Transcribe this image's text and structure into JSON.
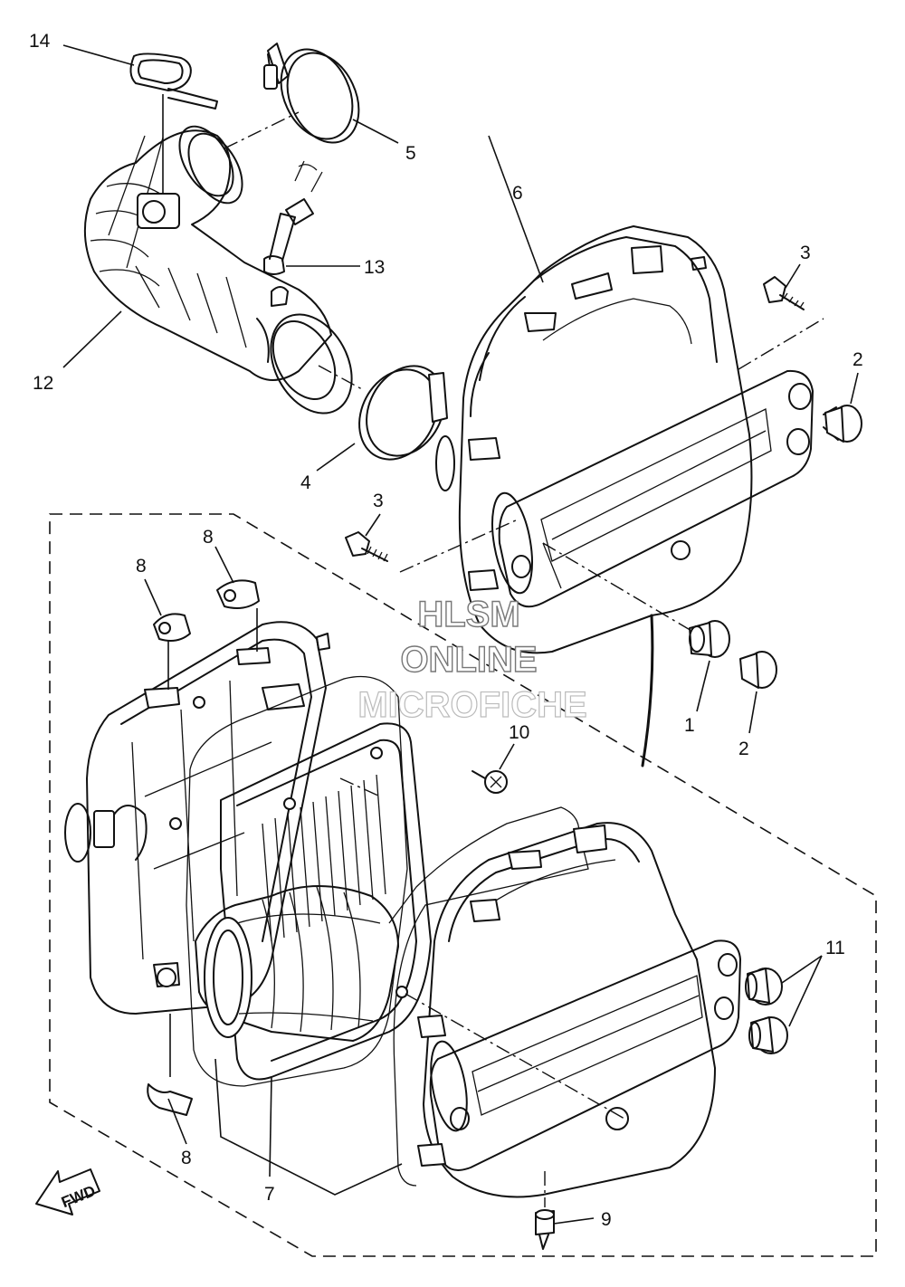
{
  "callouts": {
    "c1": "1",
    "c2a": "2",
    "c2b": "2",
    "c3a": "3",
    "c3b": "3",
    "c4": "4",
    "c5": "5",
    "c6": "6",
    "c7": "7",
    "c8a": "8",
    "c8b": "8",
    "c8c": "8",
    "c9": "9",
    "c10": "10",
    "c11": "11",
    "c12": "12",
    "c13": "13",
    "c14": "14"
  },
  "watermark": {
    "line1": "HLSM",
    "line2": "ONLINE",
    "line3": "MICROFICHE"
  },
  "fwd_label": "FWD"
}
